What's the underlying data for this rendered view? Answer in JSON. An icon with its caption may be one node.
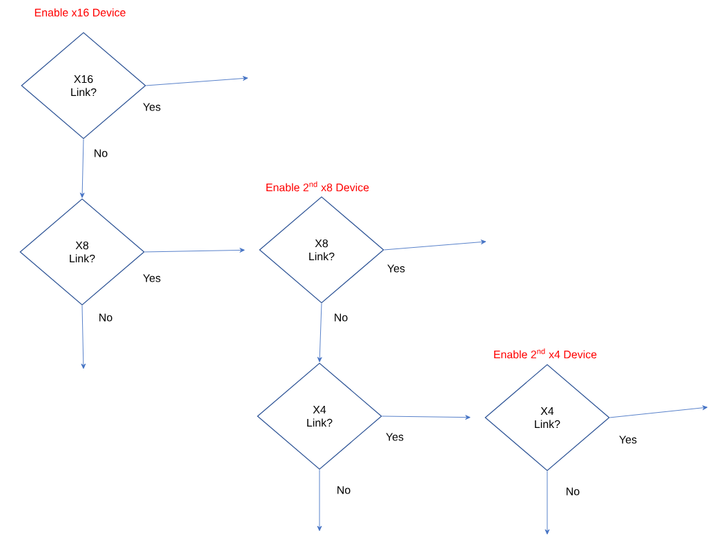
{
  "diagram": {
    "nodes": [
      {
        "text": [
          "Enable x16 Device",
          "X16 Link?"
        ]
      },
      {
        "text": [
          "X8 Link?"
        ]
      },
      {
        "text": [
          "Enable 2$^{nd}$ x8 Device",
          "X8 Link?"
        ]
      },
      {
        "text": [
          "X4 Link?"
        ]
      },
      {
        "text": [
          "Enable 2$^{nd}$ x4 Device",
          "X4 Link?"
        ]
      }
    ],
    "edges": [
      {
        "from": 0,
        "to": null,
        "arrow": "to",
        "label": "Yes"
      },
      {
        "from": 0,
        "to": 1,
        "arrow": "to",
        "label": "No"
      },
      {
        "from": 1,
        "to": 2,
        "arrow": "to",
        "label": "Yes"
      },
      {
        "from": 1,
        "to": null,
        "arrow": "to",
        "label": "No"
      },
      {
        "from": 2,
        "to": null,
        "arrow": "to",
        "label": "Yes"
      },
      {
        "from": 2,
        "to": 3,
        "arrow": "to",
        "label": "No"
      },
      {
        "from": 3,
        "to": 4,
        "arrow": "to",
        "label": "Yes"
      },
      {
        "from": 3,
        "to": null,
        "arrow": "to",
        "label": "No"
      },
      {
        "from": 4,
        "to": null,
        "arrow": "to",
        "label": "Yes"
      },
      {
        "from": 4,
        "to": null,
        "arrow": "to",
        "label": "No"
      }
    ]
  }
}
